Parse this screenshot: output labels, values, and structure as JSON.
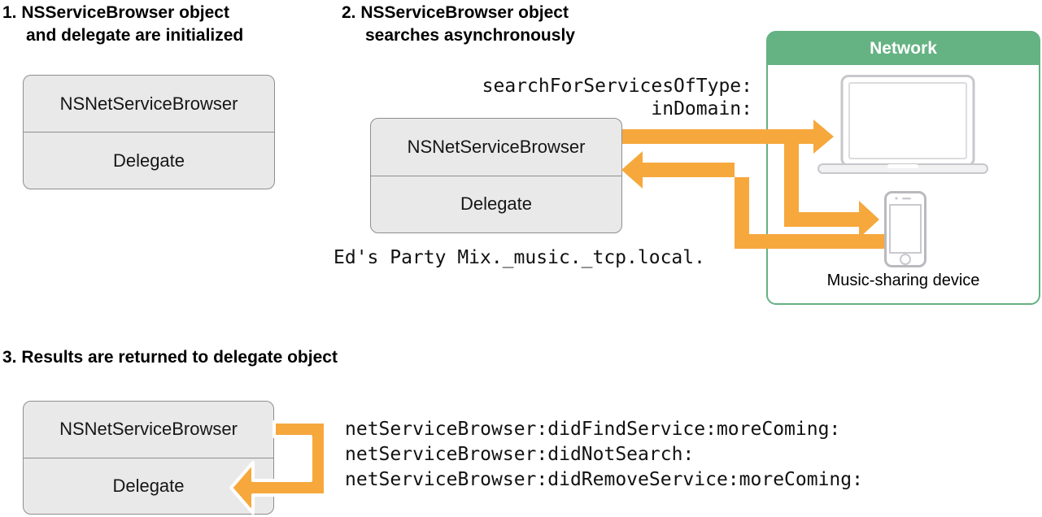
{
  "step1": {
    "title_line1": "1. NSServiceBrowser object",
    "title_line2": "and delegate are initialized"
  },
  "step2": {
    "title_line1": "2. NSServiceBrowser object",
    "title_line2": "searches asynchronously"
  },
  "step3": {
    "title": "3. Results are returned to delegate object"
  },
  "browser_box": {
    "class_label": "NSNetServiceBrowser",
    "delegate_label": "Delegate"
  },
  "search_call": {
    "line1": "searchForServicesOfType:",
    "line2": "inDomain:"
  },
  "found_service": "Ed's Party Mix._music._tcp.local.",
  "network": {
    "title": "Network",
    "device_label": "Music-sharing device",
    "icons": [
      "laptop-icon",
      "iphone-icon"
    ]
  },
  "callbacks": {
    "line1": "netServiceBrowser:didFindService:moreComing:",
    "line2": "netServiceBrowser:didNotSearch:",
    "line3": "netServiceBrowser:didRemoveService:moreComing:"
  },
  "colors": {
    "arrow_orange": "#F6A83D",
    "network_green": "#65B283",
    "box_fill": "#E9E9E9",
    "box_border": "#8E8E8E"
  }
}
